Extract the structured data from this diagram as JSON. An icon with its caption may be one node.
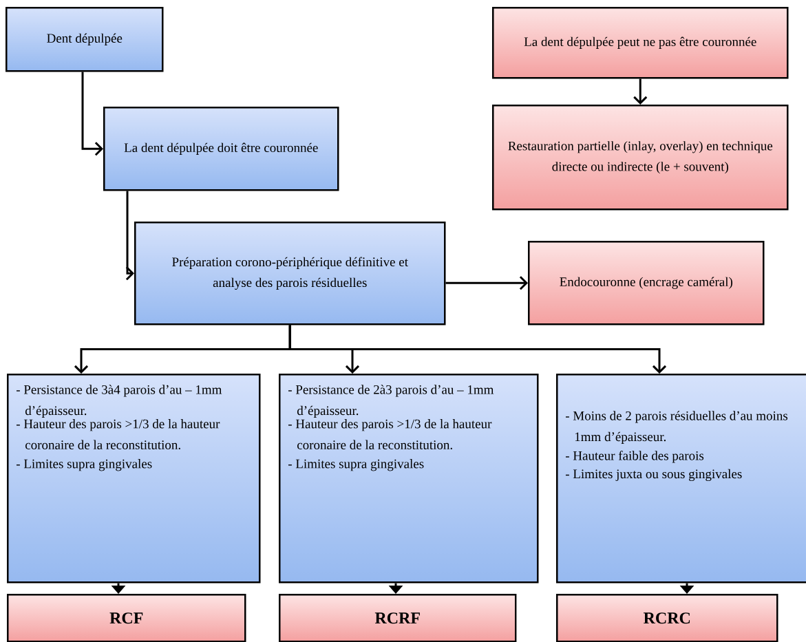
{
  "diagram": {
    "nodes": [
      {
        "text": [
          "Dent dépulpée"
        ]
      },
      {
        "text": [
          "La dent dépulpée doit être couronnée"
        ]
      },
      {
        "text": [
          "Préparation corono-périphérique définitive et analyse des parois résiduelles"
        ]
      },
      {
        "text": [
          "La dent dépulpée peut ne pas être couronnée"
        ]
      },
      {
        "text": [
          "Restauration partielle (inlay, overlay) en technique directe ou indirecte (le + souvent)"
        ]
      },
      {
        "text": [
          "Endocouronne (encrage caméral)"
        ]
      },
      {
        "text": [
          "- Persistance de 3à4 parois d’au – 1mm d’épaisseur.",
          "- Hauteur des parois >1/3 de la hauteur coronaire de la reconstitution.",
          "- Limites supra gingivales"
        ]
      },
      {
        "text": [
          "- Persistance de 2à3 parois d’au – 1mm d’épaisseur.",
          "- Hauteur des parois >1/3 de la hauteur coronaire de la reconstitution.",
          "- Limites supra gingivales"
        ]
      },
      {
        "text": [
          "- Moins de 2 parois résiduelles d’au moins 1mm d’épaisseur.",
          "- Hauteur faible des parois",
          "- Limites juxta ou sous gingivales"
        ]
      },
      {
        "text": [
          "RCF"
        ]
      },
      {
        "text": [
          "RCRF"
        ]
      },
      {
        "text": [
          "RCRC"
        ]
      }
    ],
    "edges": [
      {
        "from": 0,
        "to": 1,
        "arrow": "to"
      },
      {
        "from": 1,
        "to": 2,
        "arrow": "to"
      },
      {
        "from": 3,
        "to": 4,
        "arrow": "to"
      },
      {
        "from": 2,
        "to": 5,
        "arrow": "to"
      },
      {
        "from": 2,
        "to": 6,
        "arrow": "to"
      },
      {
        "from": 2,
        "to": 7,
        "arrow": "to"
      },
      {
        "from": 2,
        "to": 8,
        "arrow": "to"
      },
      {
        "from": 6,
        "to": 9,
        "arrow": "to"
      },
      {
        "from": 7,
        "to": 10,
        "arrow": "to"
      },
      {
        "from": 8,
        "to": 11,
        "arrow": "to"
      }
    ]
  }
}
